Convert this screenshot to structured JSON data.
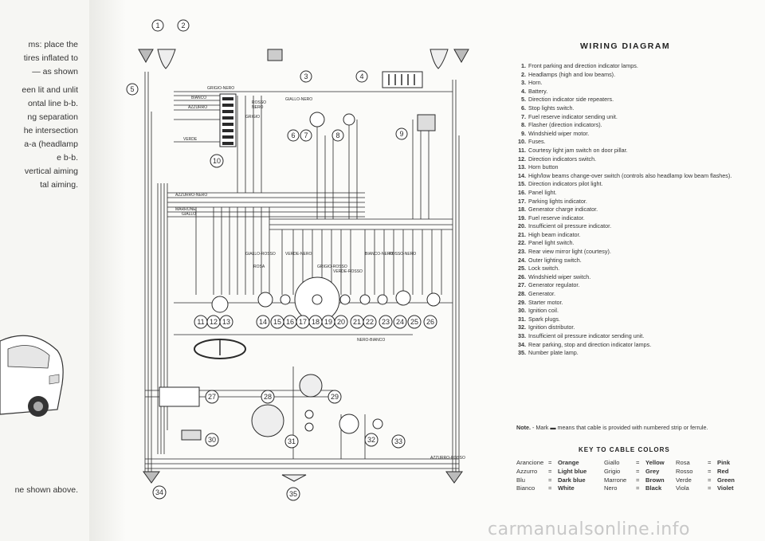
{
  "left_page": {
    "lines": [
      "ms: place the",
      "tires inflated to",
      "— as shown",
      "",
      "een lit and unlit",
      "ontal line b-b.",
      "ng separation",
      "he intersection",
      "a-a (headlamp",
      "e b-b.",
      "vertical aiming",
      "tal aiming.",
      "ne shown above."
    ]
  },
  "legend": {
    "title": "WIRING DIAGRAM",
    "items": [
      {
        "n": "1.",
        "t": "Front parking and direction indicator lamps."
      },
      {
        "n": "2.",
        "t": "Headlamps (high and low beams)."
      },
      {
        "n": "3.",
        "t": "Horn."
      },
      {
        "n": "4.",
        "t": "Battery."
      },
      {
        "n": "5.",
        "t": "Direction indicator side repeaters."
      },
      {
        "n": "6.",
        "t": "Stop lights switch."
      },
      {
        "n": "7.",
        "t": "Fuel reserve indicator sending unit."
      },
      {
        "n": "8.",
        "t": "Flasher (direction indicators)."
      },
      {
        "n": "9.",
        "t": "Windshield wiper motor."
      },
      {
        "n": "10.",
        "t": "Fuses."
      },
      {
        "n": "11.",
        "t": "Courtesy light jam switch on door pillar."
      },
      {
        "n": "12.",
        "t": "Direction indicators switch."
      },
      {
        "n": "13.",
        "t": "Horn button"
      },
      {
        "n": "14.",
        "t": "High/low beams change-over switch (controls also headlamp low beam flashes)."
      },
      {
        "n": "15.",
        "t": "Direction indicators pilot light."
      },
      {
        "n": "16.",
        "t": "Panel light."
      },
      {
        "n": "17.",
        "t": "Parking lights indicator."
      },
      {
        "n": "18.",
        "t": "Generator charge indicator."
      },
      {
        "n": "19.",
        "t": "Fuel reserve indicator."
      },
      {
        "n": "20.",
        "t": "Insufficient oil pressure indicator."
      },
      {
        "n": "21.",
        "t": "High beam indicator."
      },
      {
        "n": "22.",
        "t": "Panel light switch."
      },
      {
        "n": "23.",
        "t": "Rear view mirror light (courtesy)."
      },
      {
        "n": "24.",
        "t": "Outer lighting switch."
      },
      {
        "n": "25.",
        "t": "Lock switch."
      },
      {
        "n": "26.",
        "t": "Windshield wiper switch."
      },
      {
        "n": "27.",
        "t": "Generator regulator."
      },
      {
        "n": "28.",
        "t": "Generator."
      },
      {
        "n": "29.",
        "t": "Starter motor."
      },
      {
        "n": "30.",
        "t": "Ignition coil."
      },
      {
        "n": "31.",
        "t": "Spark plugs."
      },
      {
        "n": "32.",
        "t": "Ignition distributor."
      },
      {
        "n": "33.",
        "t": "Insufficient oil pressure indicator sending unit."
      },
      {
        "n": "34.",
        "t": "Rear parking, stop and direction indicator lamps."
      },
      {
        "n": "35.",
        "t": "Number plate lamp."
      }
    ]
  },
  "note": {
    "label": "Note.",
    "text": " - Mark ▬ means that cable is provided with numbered strip or ferrule."
  },
  "cable_colors": {
    "title": "KEY TO CABLE COLORS",
    "col1": [
      {
        "it": "Arancione",
        "en": "Orange"
      },
      {
        "it": "Azzurro",
        "en": "Light blue"
      },
      {
        "it": "Blu",
        "en": "Dark blue"
      },
      {
        "it": "Bianco",
        "en": "White"
      }
    ],
    "col2": [
      {
        "it": "Giallo",
        "en": "Yellow"
      },
      {
        "it": "Grigio",
        "en": "Grey"
      },
      {
        "it": "Marrone",
        "en": "Brown"
      },
      {
        "it": "Nero",
        "en": "Black"
      }
    ],
    "col3": [
      {
        "it": "Rosa",
        "en": "Pink"
      },
      {
        "it": "Rosso",
        "en": "Red"
      },
      {
        "it": "Verde",
        "en": "Green"
      },
      {
        "it": "Viola",
        "en": "Violet"
      }
    ]
  },
  "diagram": {
    "wire_labels": [
      "GRIGIO-NERO",
      "BIANCO",
      "AZZURRO",
      "ROSSO",
      "NERO",
      "VERDE",
      "GRIGIO",
      "GIALLO-NERO",
      "AZZURRO-NERO",
      "MARRONE",
      "GIALLO",
      "BIANCO-NERO",
      "NERO-BIANCO",
      "ROSSO-NERO",
      "AZZURRO-ROSSO",
      "GIALLO-ROSSO",
      "VERDE-NERO",
      "ROSA",
      "GRIGIO-ROSSO",
      "VERDE-ROSSO"
    ],
    "components": [
      "1",
      "2",
      "3",
      "4",
      "5",
      "6",
      "7",
      "8",
      "9",
      "10",
      "11",
      "12",
      "13",
      "14",
      "15",
      "16",
      "17",
      "18",
      "19",
      "20",
      "21",
      "22",
      "23",
      "24",
      "25",
      "26",
      "27",
      "28",
      "29",
      "30",
      "31",
      "32",
      "33",
      "34",
      "35"
    ]
  },
  "watermark": "carmanualsonline.info",
  "colors": {
    "line": "#2a2a2a",
    "bg": "#fbfbf9",
    "watermark": "#c8c8c8"
  }
}
